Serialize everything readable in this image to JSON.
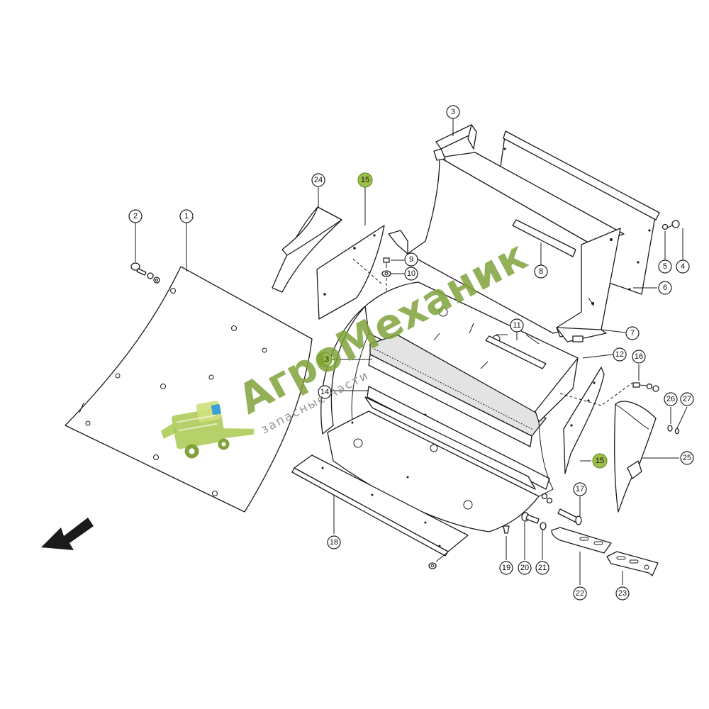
{
  "diagram": {
    "callouts": [
      {
        "id": "c1",
        "label": "1",
        "highlight": false
      },
      {
        "id": "c2",
        "label": "2",
        "highlight": false
      },
      {
        "id": "c3",
        "label": "3",
        "highlight": false
      },
      {
        "id": "c4",
        "label": "4",
        "highlight": false
      },
      {
        "id": "c5",
        "label": "5",
        "highlight": false
      },
      {
        "id": "c6",
        "label": "6",
        "highlight": false
      },
      {
        "id": "c7",
        "label": "7",
        "highlight": false
      },
      {
        "id": "c8",
        "label": "8",
        "highlight": false
      },
      {
        "id": "c9",
        "label": "9",
        "highlight": false
      },
      {
        "id": "c10",
        "label": "10",
        "highlight": false
      },
      {
        "id": "c11",
        "label": "11",
        "highlight": false
      },
      {
        "id": "c12",
        "label": "12",
        "highlight": false
      },
      {
        "id": "c13",
        "label": "13",
        "highlight": true
      },
      {
        "id": "c14",
        "label": "14",
        "highlight": false
      },
      {
        "id": "c15a",
        "label": "15",
        "highlight": true
      },
      {
        "id": "c15b",
        "label": "15",
        "highlight": true
      },
      {
        "id": "c16",
        "label": "16",
        "highlight": false
      },
      {
        "id": "c17",
        "label": "17",
        "highlight": false
      },
      {
        "id": "c18",
        "label": "18",
        "highlight": false
      },
      {
        "id": "c19",
        "label": "19",
        "highlight": false
      },
      {
        "id": "c20",
        "label": "20",
        "highlight": false
      },
      {
        "id": "c21",
        "label": "21",
        "highlight": false
      },
      {
        "id": "c22",
        "label": "22",
        "highlight": false
      },
      {
        "id": "c23",
        "label": "23",
        "highlight": false
      },
      {
        "id": "c24",
        "label": "24",
        "highlight": false
      },
      {
        "id": "c25",
        "label": "25",
        "highlight": false
      },
      {
        "id": "c26",
        "label": "26",
        "highlight": false
      },
      {
        "id": "c27",
        "label": "27",
        "highlight": false
      }
    ],
    "direction_arrow_icon": "arrow-down-left-icon"
  },
  "watermark": {
    "title": "АгроМеханик",
    "subtitle": "запасные части",
    "logo_icon": "combine-harvester-icon"
  },
  "colors": {
    "line": "#1a1a1a",
    "highlight": "#9bbf4a",
    "watermark_green": "#7fa33a"
  }
}
